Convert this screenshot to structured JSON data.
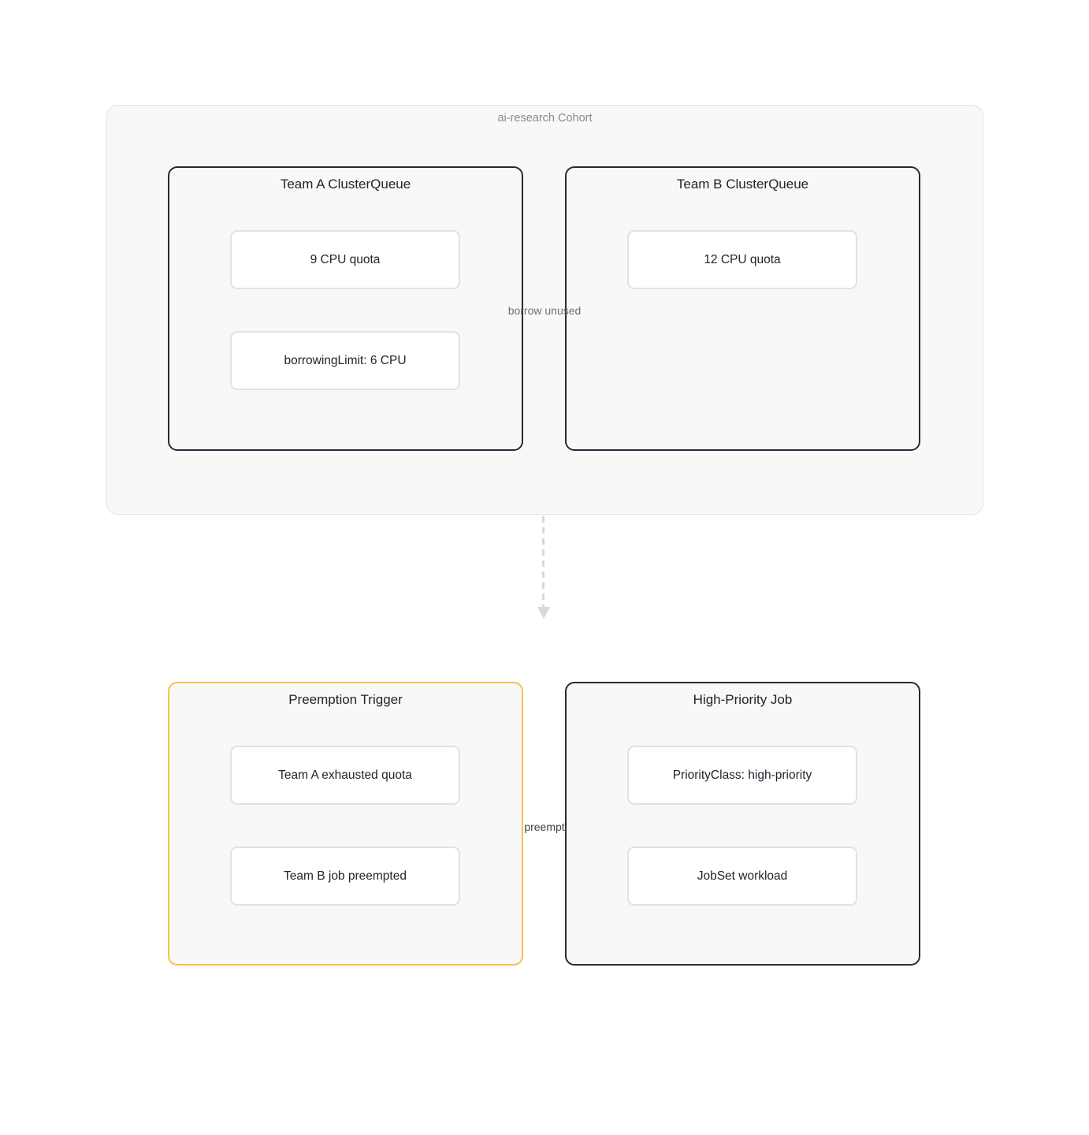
{
  "colors": {
    "page_bg": "#ffffff",
    "cohort_bg": "#f8f8f8",
    "cohort_border": "#e2e2e2",
    "cluster_bg": "#f8f8f8",
    "dark_border": "#262b3a",
    "accent_yellow": "#f5c24a",
    "node_bg": "#ffffff",
    "node_border": "#e2e2e2",
    "text_dark": "#21242e",
    "text_gray": "#8a8a8a",
    "edge_label_gray": "#6f6f6f",
    "arrow_gray": "#d8d8d8"
  },
  "cohort": {
    "label": "ai-research Cohort",
    "team_a": {
      "title": "Team A ClusterQueue",
      "nodes": [
        {
          "label": "9 CPU quota"
        },
        {
          "label": "borrowingLimit: 6 CPU"
        }
      ]
    },
    "team_b": {
      "title": "Team B ClusterQueue",
      "nodes": [
        {
          "label": "12 CPU quota"
        }
      ]
    }
  },
  "edges": {
    "borrow_unused": {
      "label": "borrow unused",
      "from": "Team A ClusterQueue",
      "to": "Team B ClusterQueue"
    },
    "cohort_to_lower": {
      "label": "",
      "style": "dashed-arrow-down"
    },
    "preempt": {
      "label": "preempt",
      "from": "Preemption Trigger",
      "to": "High-Priority Job"
    }
  },
  "preemption_trigger": {
    "title": "Preemption Trigger",
    "nodes": [
      {
        "label": "Team A exhausted quota"
      },
      {
        "label": "Team B job preempted"
      }
    ]
  },
  "high_priority_job": {
    "title": "High-Priority Job",
    "nodes": [
      {
        "label": "PriorityClass: high-priority"
      },
      {
        "label": "JobSet workload"
      }
    ]
  }
}
